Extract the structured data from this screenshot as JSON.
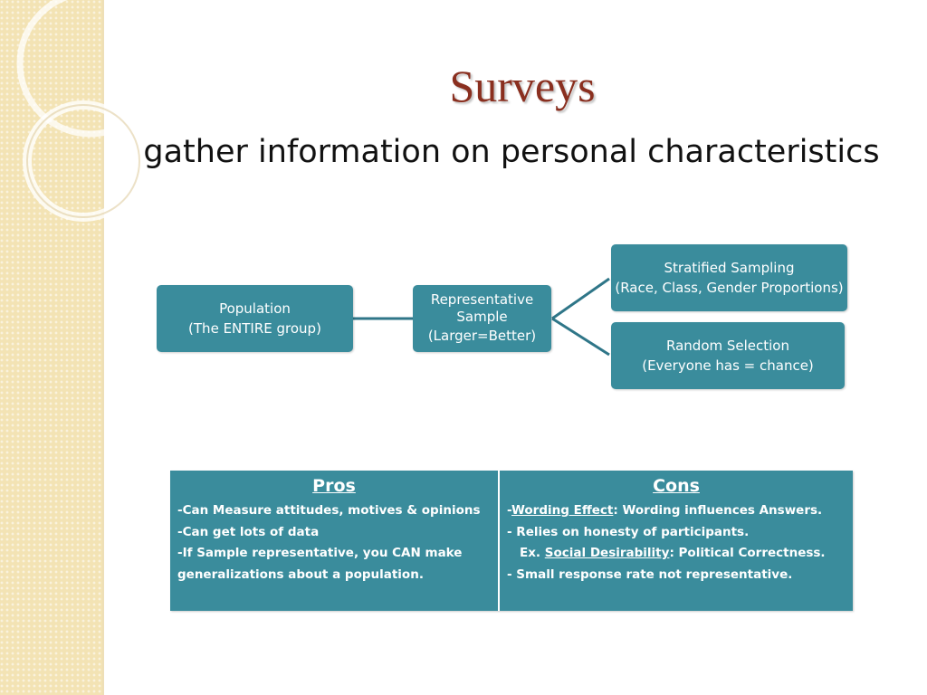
{
  "slide": {
    "title": "Surveys",
    "subtitle": "gather information on personal characteristics"
  },
  "diagram": {
    "population": {
      "line1": "Population",
      "line2": "(The ENTIRE group)"
    },
    "sample": {
      "line1": "Representative",
      "line2": "Sample",
      "line3": "(Larger=Better)"
    },
    "stratified": {
      "line1": "Stratified Sampling",
      "line2": "(Race, Class, Gender Proportions)"
    },
    "random": {
      "line1": "Random Selection",
      "line2": "(Everyone has = chance)"
    }
  },
  "table": {
    "pros": {
      "header": "Pros",
      "lines": [
        "-Can Measure attitudes, motives & opinions",
        "-Can get lots of data",
        "-If Sample representative, you CAN make",
        "generalizations about a population."
      ]
    },
    "cons": {
      "header": "Cons",
      "line1_prefix": "-",
      "line1_term": "Wording Effect",
      "line1_rest": ": Wording influences Answers.",
      "line2": "- Relies on honesty of participants.",
      "line3_prefix": "Ex. ",
      "line3_term": "Social Desirability",
      "line3_rest": ":  Political Correctness.",
      "line4": "- Small response rate not representative."
    }
  },
  "colors": {
    "box": "#3a8c9c",
    "title": "#8a2f1f",
    "strip": "#f3e3b4"
  }
}
